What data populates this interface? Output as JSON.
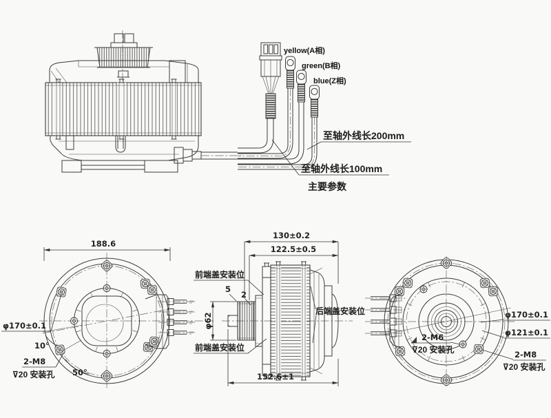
{
  "drawing": {
    "background": "#f9f9f7",
    "ink": "#3a3a3a"
  },
  "wiring": {
    "labels": [
      {
        "label": "yellow(A相)"
      },
      {
        "label": "green(B相)"
      },
      {
        "label": "blue(Z相)"
      }
    ],
    "note_200": "至轴外线长200mm",
    "note_100": "至轴外线长100mm",
    "note_params": "主要参数"
  },
  "front_view": {
    "dim_width": "188.6",
    "dim_bolt_circle": "φ170±0.1",
    "angle_10": "10°",
    "angle_50": "50°",
    "thread": "2-M8",
    "hole_note": "⊽20 安装孔"
  },
  "side_view": {
    "dim_130": "130±0.2",
    "dim_122": "122.5±0.5",
    "dim_152": "152.6±1",
    "dim_boss": "φ62",
    "dim_5": "5",
    "dim_2": "2",
    "front_cover_top": "前端盖安装位",
    "front_cover_bottom": "前端盖安装位",
    "rear_cover": "后端盖安装位"
  },
  "rear_view": {
    "dim_bolt_circle_outer": "φ170±0.1",
    "dim_bolt_circle_inner": "φ121±0.1",
    "thread_m6": "2-M6",
    "hole_note_m6": "⊽20 安装孔",
    "thread_m8": "2-M8",
    "hole_note_m8": "⊽20 安装孔"
  }
}
